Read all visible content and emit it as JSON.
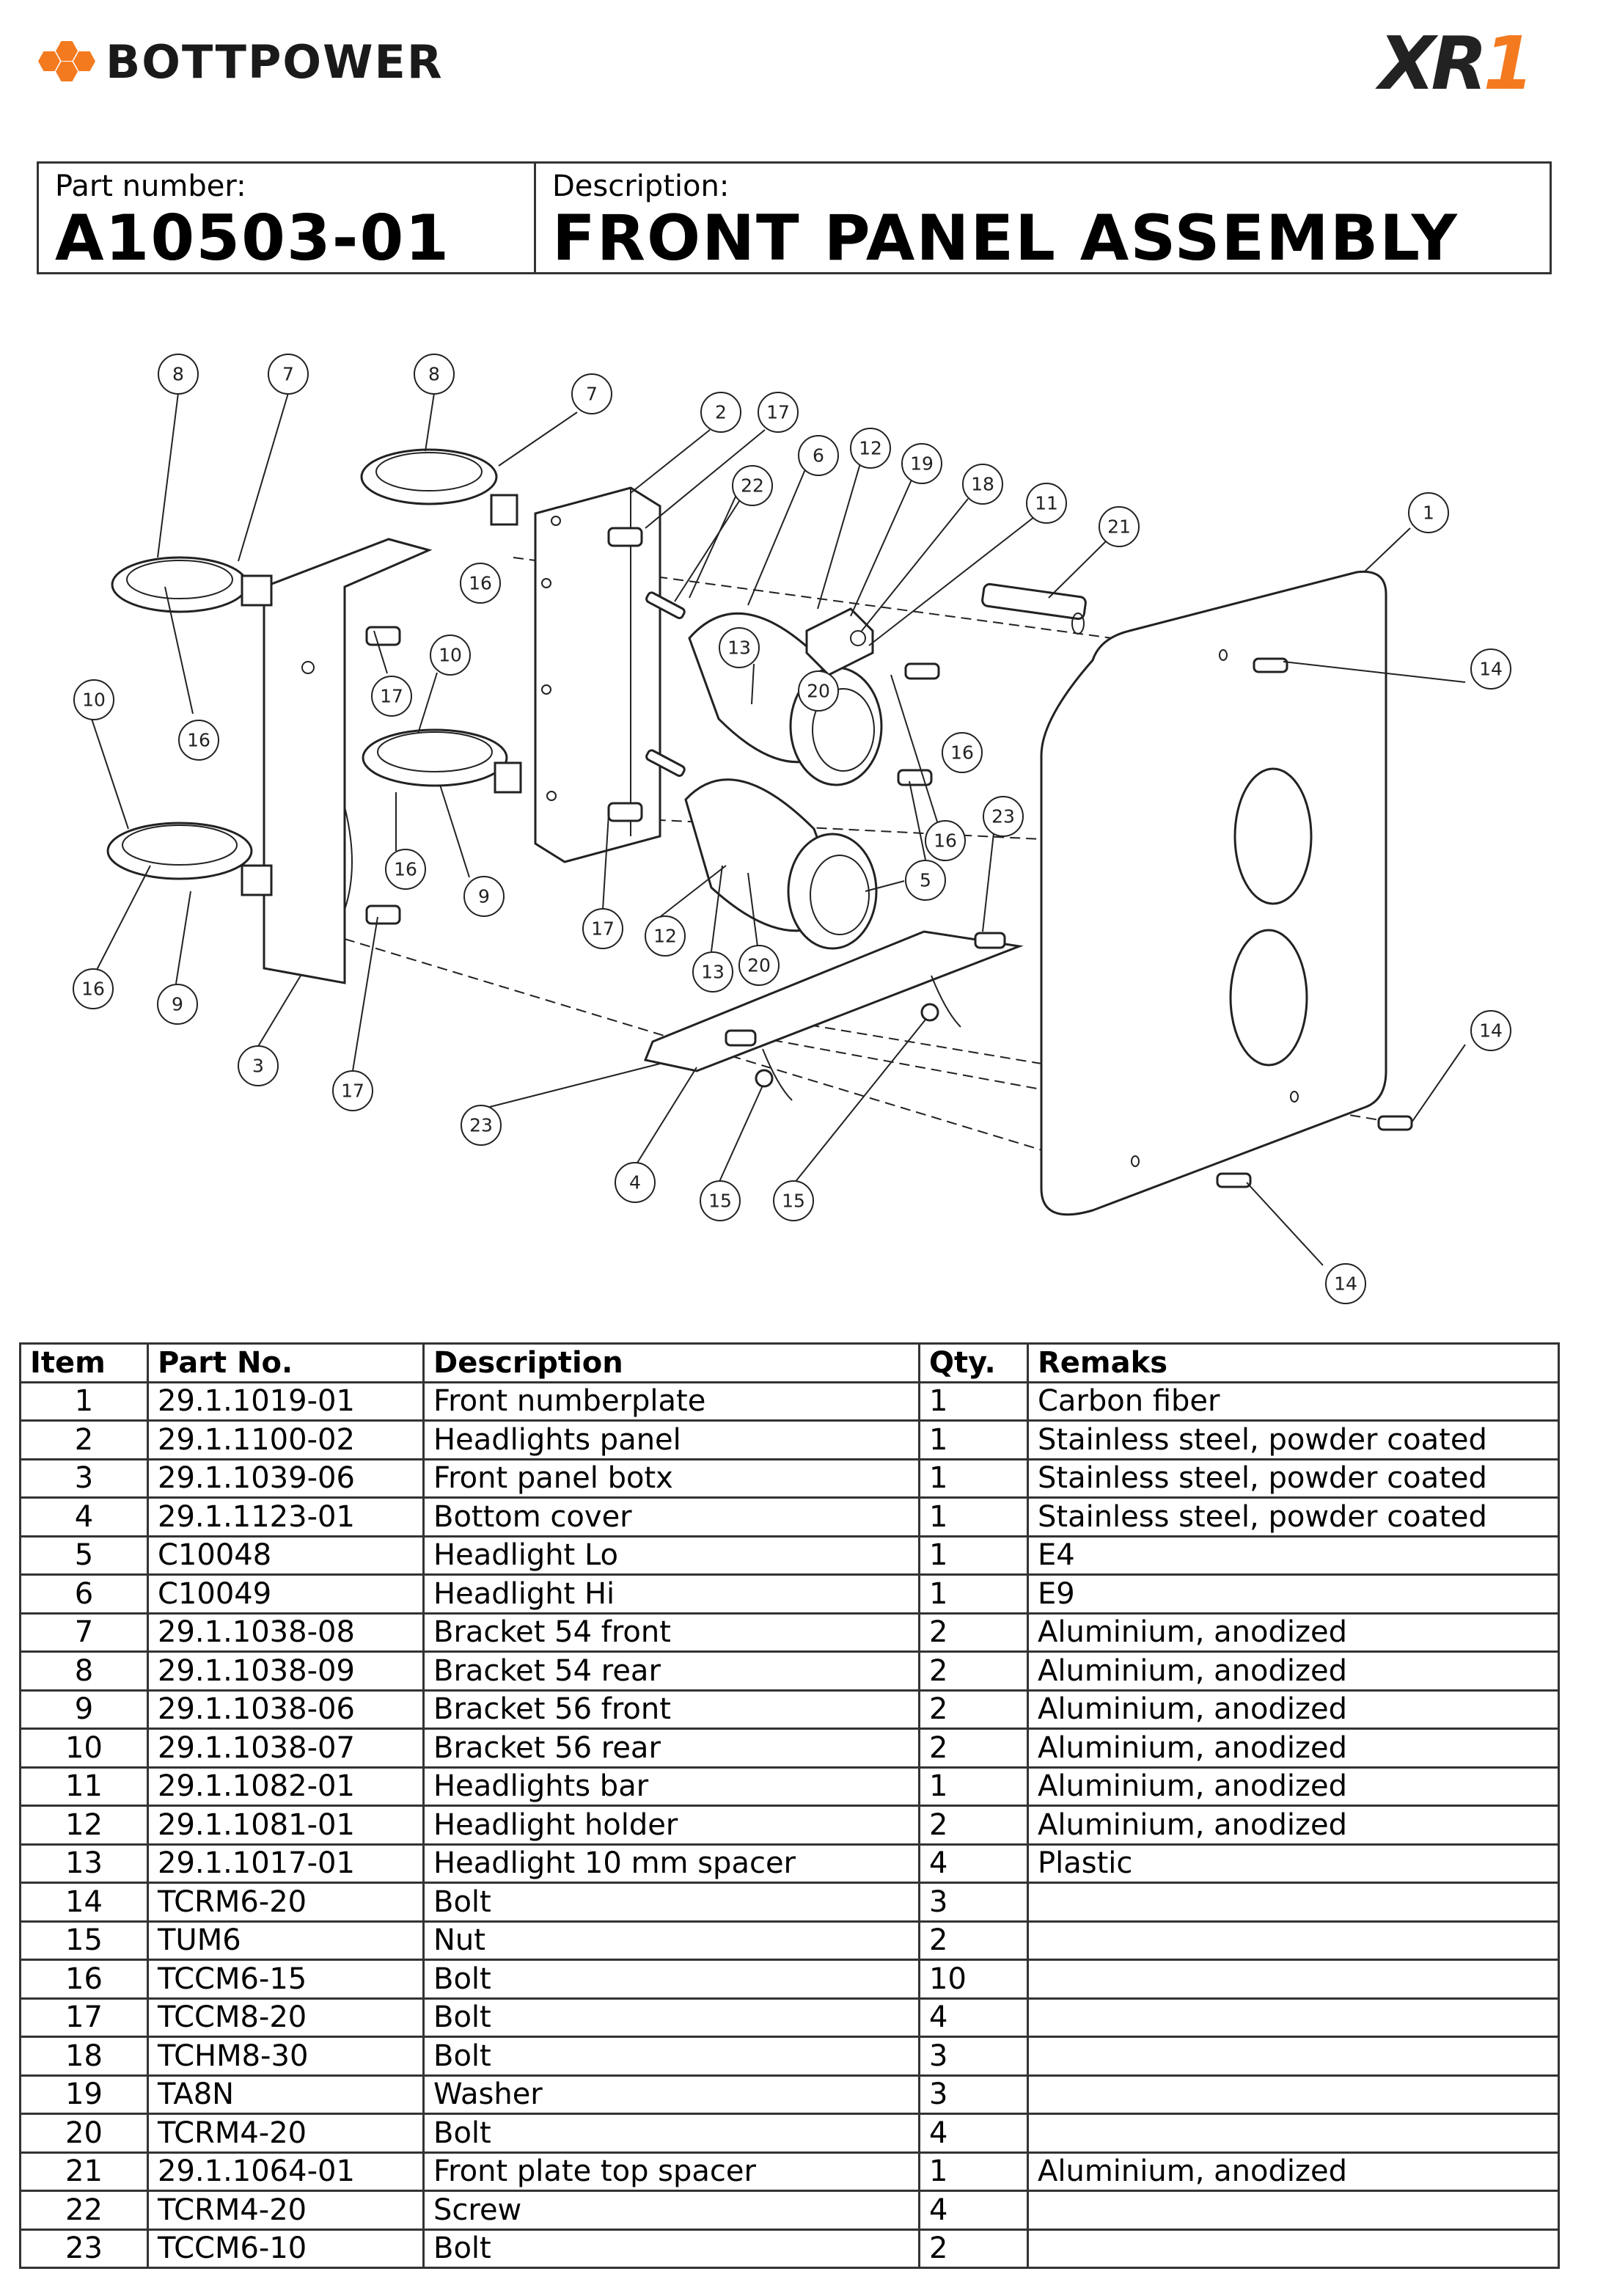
{
  "header": {
    "brand": "BOTTPOWER",
    "model_logo_main": "XR",
    "model_logo_accent": "1"
  },
  "title": {
    "part_number_label": "Part number:",
    "part_number": "A10503-01",
    "description_label": "Description:",
    "description": "FRONT PANEL ASSEMBLY"
  },
  "callouts": [
    "8",
    "7",
    "8",
    "7",
    "2",
    "17",
    "6",
    "12",
    "19",
    "18",
    "11",
    "21",
    "1",
    "22",
    "16",
    "13",
    "20",
    "10",
    "10",
    "17",
    "16",
    "14",
    "16",
    "16",
    "23",
    "16",
    "9",
    "5",
    "16",
    "9",
    "17",
    "12",
    "13",
    "20",
    "3",
    "17",
    "14",
    "23",
    "4",
    "15",
    "15",
    "14"
  ],
  "table": {
    "headers": [
      "Item",
      "Part No.",
      "Description",
      "Qty.",
      "Remaks"
    ],
    "rows": [
      [
        "1",
        "29.1.1019-01",
        "Front numberplate",
        "1",
        "Carbon fiber"
      ],
      [
        "2",
        "29.1.1100-02",
        "Headlights panel",
        "1",
        "Stainless steel, powder coated"
      ],
      [
        "3",
        "29.1.1039-06",
        "Front panel botx",
        "1",
        "Stainless steel, powder coated"
      ],
      [
        "4",
        "29.1.1123-01",
        "Bottom cover",
        "1",
        "Stainless steel, powder coated"
      ],
      [
        "5",
        "C10048",
        "Headlight Lo",
        "1",
        "E4"
      ],
      [
        "6",
        "C10049",
        "Headlight Hi",
        "1",
        "E9"
      ],
      [
        "7",
        "29.1.1038-08",
        "Bracket 54 front",
        "2",
        "Aluminium, anodized"
      ],
      [
        "8",
        "29.1.1038-09",
        "Bracket 54 rear",
        "2",
        "Aluminium, anodized"
      ],
      [
        "9",
        "29.1.1038-06",
        "Bracket 56 front",
        "2",
        "Aluminium, anodized"
      ],
      [
        "10",
        "29.1.1038-07",
        "Bracket 56 rear",
        "2",
        "Aluminium, anodized"
      ],
      [
        "11",
        "29.1.1082-01",
        "Headlights bar",
        "1",
        "Aluminium, anodized"
      ],
      [
        "12",
        "29.1.1081-01",
        "Headlight holder",
        "2",
        "Aluminium, anodized"
      ],
      [
        "13",
        "29.1.1017-01",
        "Headlight 10 mm spacer",
        "4",
        "Plastic"
      ],
      [
        "14",
        "TCRM6-20",
        "Bolt",
        "3",
        ""
      ],
      [
        "15",
        "TUM6",
        "Nut",
        "2",
        ""
      ],
      [
        "16",
        "TCCM6-15",
        "Bolt",
        "10",
        ""
      ],
      [
        "17",
        "TCCM8-20",
        "Bolt",
        "4",
        ""
      ],
      [
        "18",
        "TCHM8-30",
        "Bolt",
        "3",
        ""
      ],
      [
        "19",
        "TA8N",
        "Washer",
        "3",
        ""
      ],
      [
        "20",
        "TCRM4-20",
        "Bolt",
        "4",
        ""
      ],
      [
        "21",
        "29.1.1064-01",
        "Front plate top spacer",
        "1",
        "Aluminium, anodized"
      ],
      [
        "22",
        "TCRM4-20",
        "Screw",
        "4",
        ""
      ],
      [
        "23",
        "TCCM6-10",
        "Bolt",
        "2",
        ""
      ]
    ]
  }
}
